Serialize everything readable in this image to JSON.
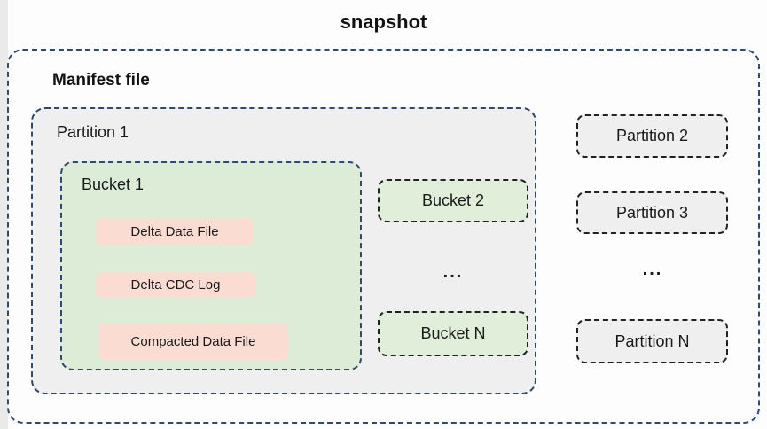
{
  "title": "snapshot",
  "colors": {
    "manifest_border": "#2e4b6e",
    "inner_border": "#222222",
    "partition_fill": "#efefef",
    "bucket_fill": "#dcecd7",
    "bucket_small_fill": "#e1eeda",
    "file_fill": "#fbdcd2"
  },
  "manifest": {
    "label": "Manifest file"
  },
  "partition1": {
    "label": "Partition 1",
    "bucket1": {
      "label": "Bucket 1",
      "files": [
        "Delta Data File",
        "Delta CDC Log",
        "Compacted Data File"
      ]
    },
    "bucket2_label": "Bucket 2",
    "bucket_ellipsis": "...",
    "bucketN_label": "Bucket N"
  },
  "other_partitions": {
    "partition2_label": "Partition 2",
    "partition3_label": "Partition 3",
    "ellipsis": "...",
    "partitionN_label": "Partition N"
  }
}
